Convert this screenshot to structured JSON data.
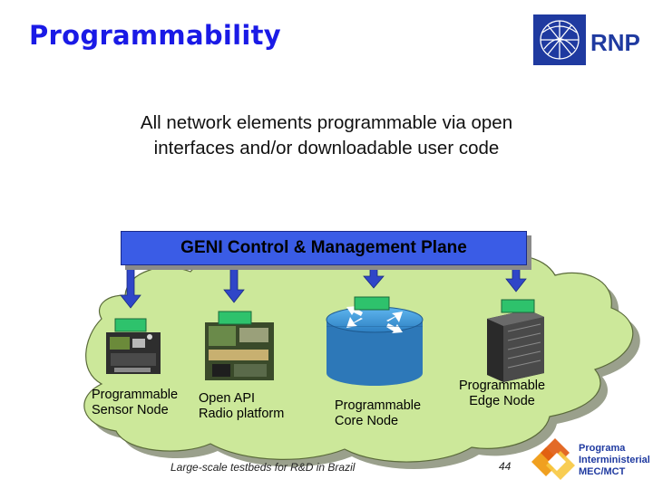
{
  "slide": {
    "title": "Programmability",
    "subtitle_line1": "All network elements programmable via open",
    "subtitle_line2": "interfaces and/or downloadable user code",
    "footer": "Large-scale testbeds for R&D in Brazil",
    "page_number": "44"
  },
  "diagram": {
    "control_plane": "GENI Control & Management Plane",
    "nodes": [
      {
        "line1": "Programmable",
        "line2": "Sensor Node",
        "icon": "sensor-board-icon"
      },
      {
        "line1": "Open API",
        "line2": "Radio platform",
        "icon": "radio-board-icon"
      },
      {
        "line1": "Programmable",
        "line2": "Core Node",
        "icon": "router-icon"
      },
      {
        "line1": "Programmable",
        "line2": "Edge Node",
        "icon": "server-rack-icon"
      }
    ]
  },
  "logos": {
    "rnp": "RNP",
    "programa_line1": "Programa",
    "programa_line2": "Interministerial",
    "programa_line3": "MEC/MCT"
  },
  "colors": {
    "title": "#1a1ae6",
    "control_plane_fill": "#3a5ce6",
    "cloud_fill": "#cce89a",
    "connector_fill": "#2ec26c",
    "arrow_fill": "#2f46c8",
    "router_fill": "#3d9be0"
  }
}
